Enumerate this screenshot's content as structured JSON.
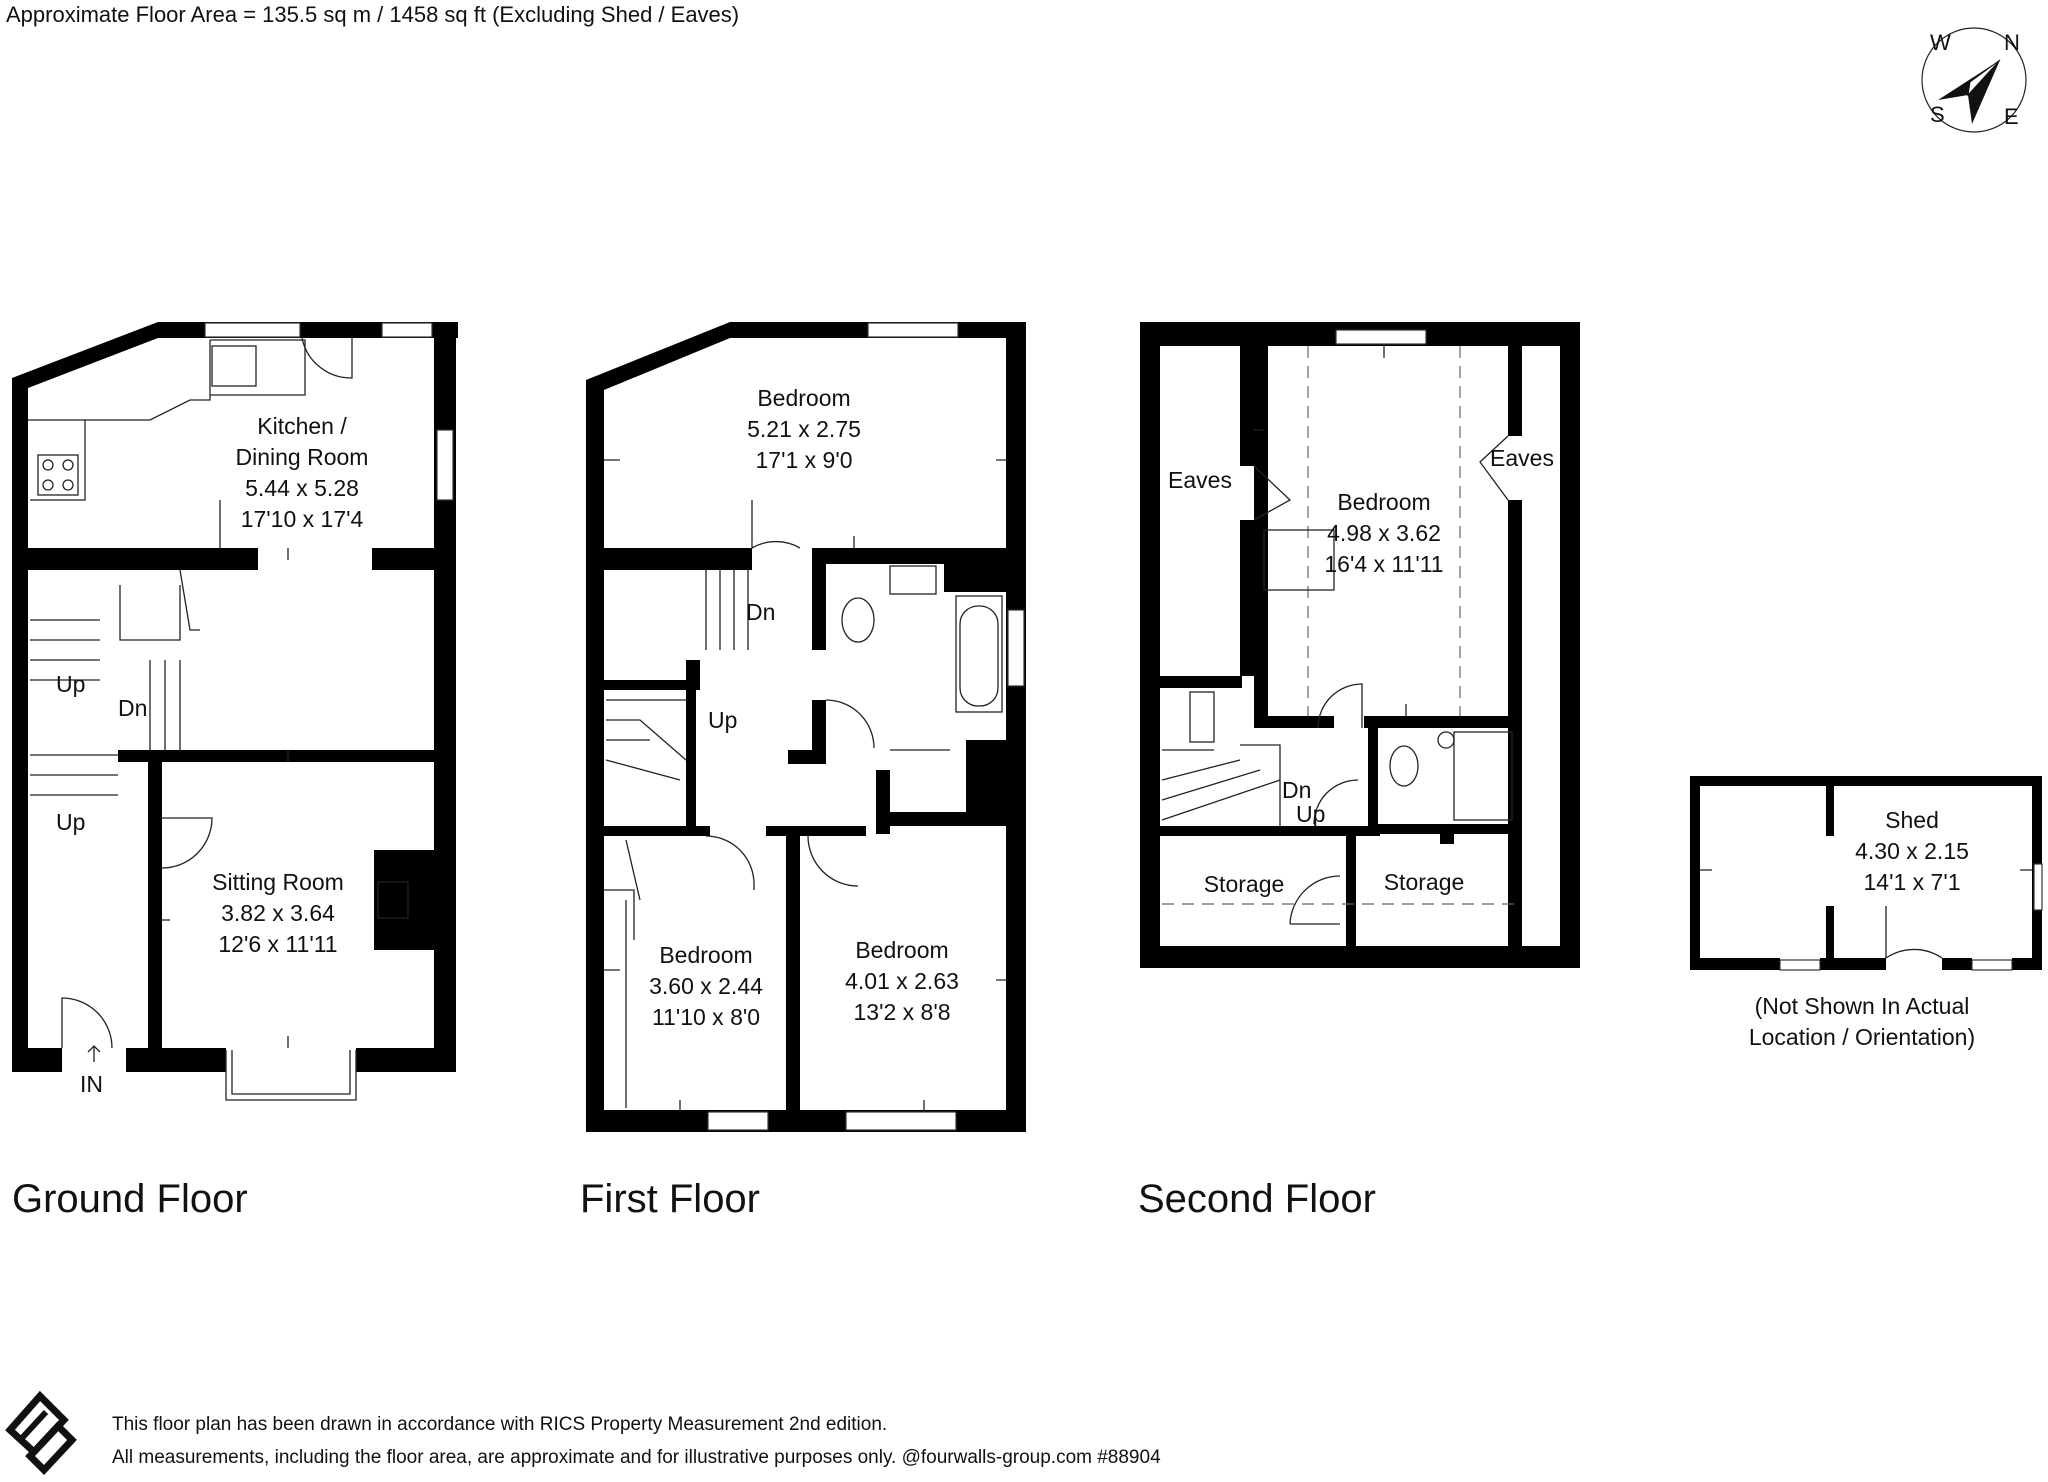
{
  "header": {
    "floor_area": "Approximate Floor Area = 135.5 sq m / 1458 sq ft (Excluding Shed / Eaves)"
  },
  "compass": {
    "n": "N",
    "e": "E",
    "s": "S",
    "w": "W"
  },
  "ground_floor": {
    "title": "Ground Floor",
    "kitchen": {
      "name1": "Kitchen /",
      "name2": "Dining Room",
      "metric": "5.44 x 5.28",
      "imperial": "17'10 x 17'4"
    },
    "sitting": {
      "name": "Sitting Room",
      "metric": "3.82 x 3.64",
      "imperial": "12'6 x 11'11"
    },
    "up1": "Up",
    "dn": "Dn",
    "up2": "Up",
    "entrance": "IN"
  },
  "first_floor": {
    "title": "First Floor",
    "bed_top": {
      "name": "Bedroom",
      "metric": "5.21 x 2.75",
      "imperial": "17'1 x 9'0"
    },
    "bed_left": {
      "name": "Bedroom",
      "metric": "3.60 x 2.44",
      "imperial": "11'10 x 8'0"
    },
    "bed_right": {
      "name": "Bedroom",
      "metric": "4.01 x 2.63",
      "imperial": "13'2 x 8'8"
    },
    "dn": "Dn",
    "up": "Up"
  },
  "second_floor": {
    "title": "Second Floor",
    "bed": {
      "name": "Bedroom",
      "metric": "4.98 x 3.62",
      "imperial": "16'4 x 11'11"
    },
    "eaves_left": "Eaves",
    "eaves_right": "Eaves",
    "storage_left": "Storage",
    "storage_right": "Storage",
    "dn": "Dn",
    "up": "Up"
  },
  "shed": {
    "name": "Shed",
    "metric": "4.30 x 2.15",
    "imperial": "14'1 x 7'1",
    "note1": "(Not Shown In Actual",
    "note2": "Location / Orientation)"
  },
  "footer": {
    "line1": "This floor plan has been drawn in accordance with RICS Property Measurement 2nd edition.",
    "line2": "All measurements, including the floor area, are approximate and for illustrative purposes only. @fourwalls-group.com #88904"
  }
}
